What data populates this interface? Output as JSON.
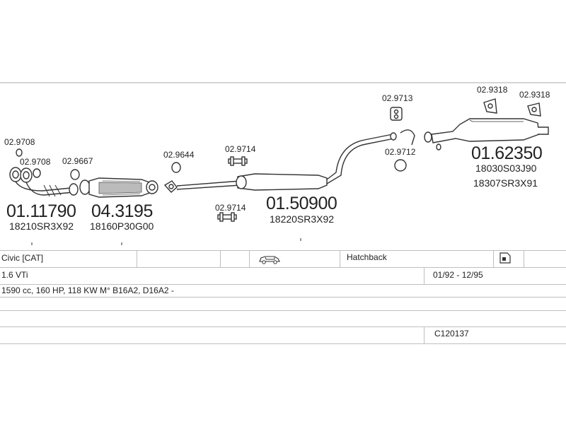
{
  "parts": [
    {
      "id": "p02_9708a",
      "text": "02.9708",
      "size": "sm"
    },
    {
      "id": "p02_9708b",
      "text": "02.9708",
      "size": "sm"
    },
    {
      "id": "p02_9667",
      "text": "02.9667",
      "size": "sm"
    },
    {
      "id": "p02_9644",
      "text": "02.9644",
      "size": "sm"
    },
    {
      "id": "p02_9714a",
      "text": "02.9714",
      "size": "sm"
    },
    {
      "id": "p02_9714b",
      "text": "02.9714",
      "size": "sm"
    },
    {
      "id": "p02_9713",
      "text": "02.9713",
      "size": "sm"
    },
    {
      "id": "p02_9712",
      "text": "02.9712",
      "size": "sm"
    },
    {
      "id": "p02_9318a",
      "text": "02.9318",
      "size": "sm"
    },
    {
      "id": "p02_9318b",
      "text": "02.9318",
      "size": "sm"
    },
    {
      "id": "p01_11790",
      "text": "01.11790",
      "size": "lg"
    },
    {
      "id": "p04_3195",
      "text": "04.3195",
      "size": "lg"
    },
    {
      "id": "p01_50900",
      "text": "01.50900",
      "size": "lg"
    },
    {
      "id": "p01_62350",
      "text": "01.62350",
      "size": "lg"
    },
    {
      "id": "o18210",
      "text": "18210SR3X92",
      "size": "md"
    },
    {
      "id": "o18160",
      "text": "18160P30G00",
      "size": "md"
    },
    {
      "id": "o18220",
      "text": "18220SR3X92",
      "size": "md"
    },
    {
      "id": "o18030",
      "text": "18030S03J90",
      "size": "md"
    },
    {
      "id": "o18307",
      "text": "18307SR3X91",
      "size": "md"
    }
  ],
  "info": {
    "model": "Civic  [CAT]",
    "body_type": "Hatchback",
    "engine": "1.6 VTi",
    "period": "01/92 - 12/95",
    "specs": "1590 cc, 160 HP, 118 KW M° B16A2, D16A2 -",
    "code": "C120137"
  },
  "icons": {
    "car": "car-icon",
    "door": "door-icon"
  }
}
